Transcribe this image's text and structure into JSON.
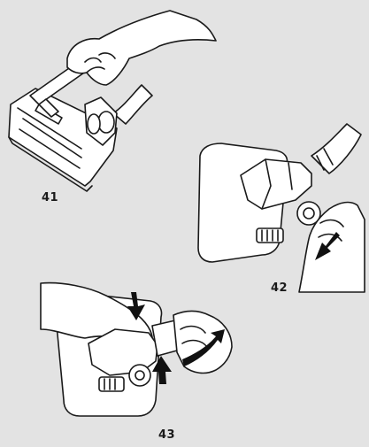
{
  "figures": [
    {
      "label": "41"
    },
    {
      "label": "42"
    },
    {
      "label": "43"
    }
  ],
  "colors": {
    "background": "#e3e3e3",
    "fill": "#ffffff",
    "stroke": "#1a1a1a",
    "arrow": "#111111"
  }
}
